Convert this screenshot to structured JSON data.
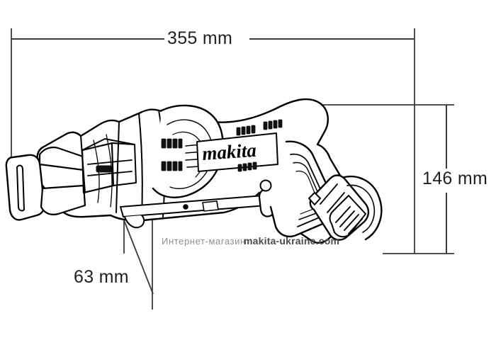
{
  "figure": {
    "type": "technical-dimension-drawing",
    "subject": "Makita compact cordless reciprocating saw",
    "background_color": "#ffffff",
    "line_color": "#000000",
    "dimension_line_color": "#3a3a3a"
  },
  "dimensions": {
    "width": {
      "value": "355 mm",
      "orientation": "horizontal",
      "position": "top"
    },
    "height": {
      "value": "146 mm",
      "orientation": "vertical",
      "position": "right"
    },
    "depth": {
      "value": "63 mm",
      "orientation": "leader",
      "position": "bottom-left"
    }
  },
  "branding": {
    "logo_text": "makita"
  },
  "watermark": {
    "shop_label": "Интернет-магазин",
    "site": "makita-ukraine.com",
    "shop_color": "#8d8d8d",
    "site_color": "#4a4a4a"
  }
}
